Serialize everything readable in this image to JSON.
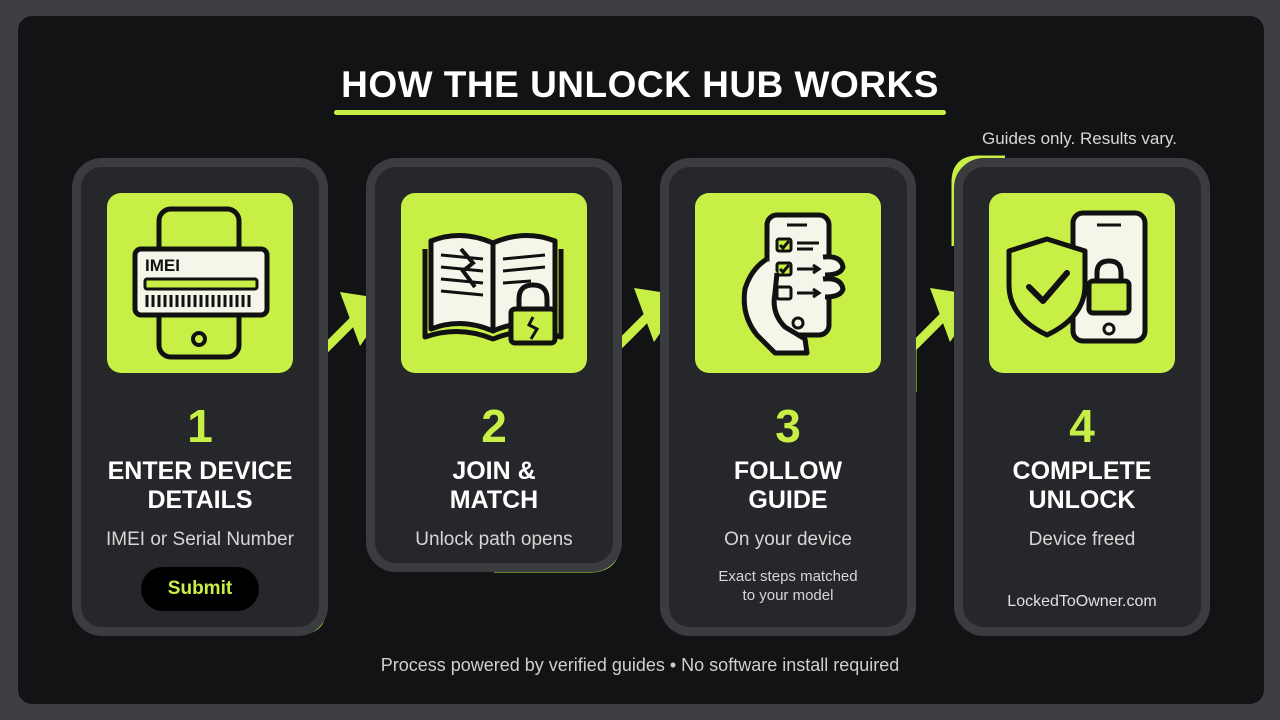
{
  "title": "HOW THE UNLOCK HUB WORKS",
  "disclaimer": "Guides only. Results vary.",
  "steps": [
    {
      "number": "1",
      "title_line1": "ENTER DEVICE",
      "title_line2": "DETAILS",
      "description": "IMEI or Serial Number",
      "button": "Submit",
      "icon_text": "IMEI",
      "icon": "phone-imei-card-icon"
    },
    {
      "number": "2",
      "title_line1": "JOIN &",
      "title_line2": "MATCH",
      "description": "Unlock path opens",
      "icon": "book-lock-icon"
    },
    {
      "number": "3",
      "title_line1": "FOLLOW",
      "title_line2": "GUIDE",
      "description": "On your device",
      "note_line1": "Exact steps matched",
      "note_line2": "to your model",
      "icon": "hand-phone-checklist-icon"
    },
    {
      "number": "4",
      "title_line1": "COMPLETE",
      "title_line2": "UNLOCK",
      "description": "Device freed",
      "site": "LockedToOwner.com",
      "icon": "shield-phone-lock-icon"
    }
  ],
  "footer": "Process powered by verified guides • No software install required",
  "colors": {
    "accent": "#c8ef45",
    "background": "#121314",
    "card": "#25272a",
    "card_border": "#3a3c40"
  }
}
